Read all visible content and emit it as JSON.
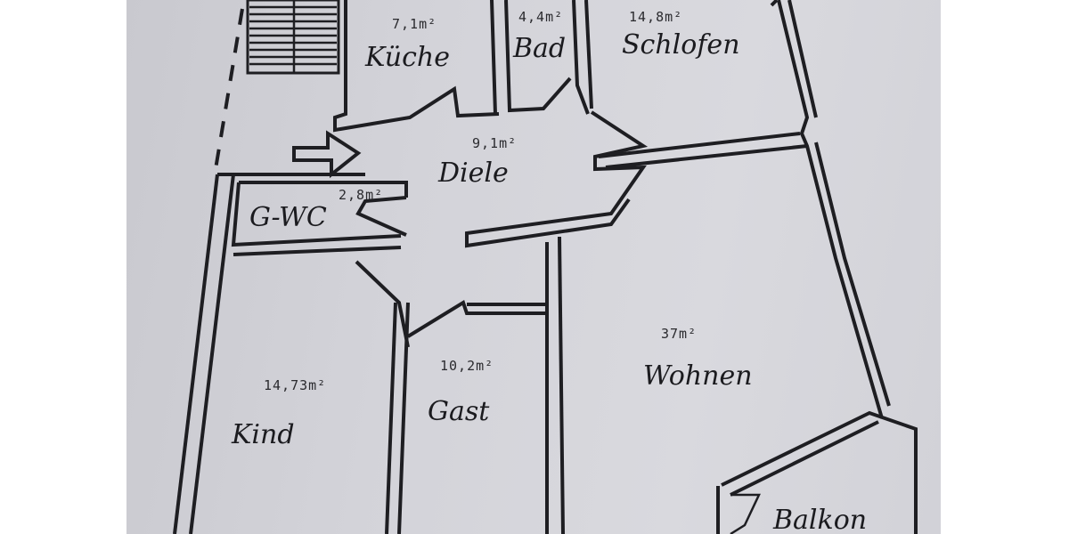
{
  "rooms": {
    "kueche": {
      "name": "Küche",
      "area": "7,1m²"
    },
    "bad": {
      "name": "Bad",
      "area": "4,4m²"
    },
    "schlafen": {
      "name": "Schlofen",
      "area": "14,8m²"
    },
    "diele": {
      "name": "Diele",
      "area": "9,1m²"
    },
    "gwc": {
      "name": "G-WC",
      "area": "2,8m²"
    },
    "wohnen": {
      "name": "Wohnen",
      "area": "37m²"
    },
    "gast": {
      "name": "Gast",
      "area": "10,2m²"
    },
    "kind": {
      "name": "Kind",
      "area": "14,73m²"
    },
    "balkon": {
      "name": "Balkon",
      "area": ""
    }
  },
  "colors": {
    "paper": "#d6d6dc",
    "ink": "#1e1e22"
  }
}
